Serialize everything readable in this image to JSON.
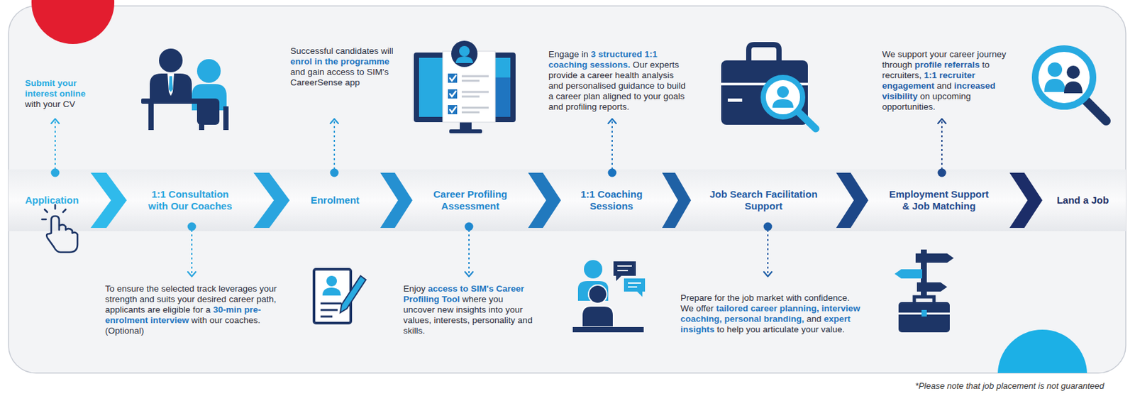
{
  "diagram": {
    "nodes": [
      {
        "text": [
          "Application",
          "Submit your interest online with your CV"
        ]
      },
      {
        "text": [
          "1:1 Consultation with Our Coaches",
          "To ensure the selected track leverages your strength and suits your desired career path, applicants are eligible for a 30-min pre-enrolment interview with our coaches. (Optional)"
        ]
      },
      {
        "text": [
          "Enrolment",
          "Successful candidates will enrol in the programme and gain access to SIM's CareerSense app"
        ]
      },
      {
        "text": [
          "Career Profiling Assessment",
          "Enjoy access to SIM's Career Profiling Tool where you uncover new insights into your values, interests, personality and skills."
        ]
      },
      {
        "text": [
          "1:1 Coaching Sessions",
          "Engage in 3 structured 1:1 coaching sessions. Our experts provide a career health analysis and personalised guidance to build a career plan aligned to your goals and profiling reports."
        ]
      },
      {
        "text": [
          "Job Search Facilitation Support",
          "Prepare for the job market with confidence. We offer tailored career planning, interview coaching, personal branding, and expert insights to help you articulate your value."
        ]
      },
      {
        "text": [
          "Employment Support & Job Matching",
          "We support your career journey through profile referrals to recruiters, 1:1 recruiter engagement and increased visibility on upcoming opportunities."
        ]
      },
      {
        "text": [
          "Land a Job"
        ]
      }
    ],
    "edges": [
      {
        "from": 0,
        "to": 1,
        "arrow": "to"
      },
      {
        "from": 1,
        "to": 2,
        "arrow": "to"
      },
      {
        "from": 2,
        "to": 3,
        "arrow": "to"
      },
      {
        "from": 3,
        "to": 4,
        "arrow": "to"
      },
      {
        "from": 4,
        "to": 5,
        "arrow": "to"
      },
      {
        "from": 5,
        "to": 6,
        "arrow": "to"
      },
      {
        "from": 6,
        "to": 7,
        "arrow": "to"
      }
    ],
    "labels": [
      "*Please note that job placement is not guaranteed"
    ]
  }
}
